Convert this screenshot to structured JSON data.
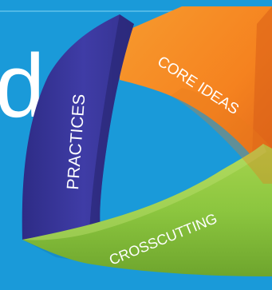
{
  "heading": {
    "partial_text": "d"
  },
  "triangle": {
    "bands": [
      {
        "id": "practices",
        "label": "PRACTICES",
        "color": "#3d3a9e"
      },
      {
        "id": "core-ideas",
        "label": "CORE IDEAS",
        "color": "#f5821f"
      },
      {
        "id": "crosscutting",
        "label": "CROSSCUTTING",
        "color": "#8cc63f"
      }
    ]
  },
  "colors": {
    "background": "#1a9ad9",
    "accent_line": "#4fb8e6",
    "text": "#ffffff"
  }
}
